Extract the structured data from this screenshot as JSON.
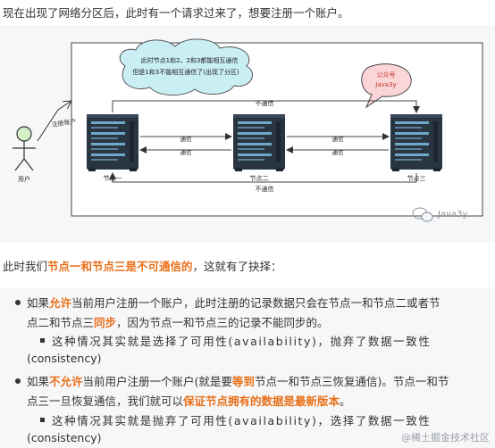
{
  "intro": "现在出现了网络分区后，此时有一个请求过来了，想要注册一个账户。",
  "figure": {
    "cloud_line1": "此时节点1和2、2和3都能相互通信",
    "cloud_line2": "但是1和3不能相互通信了(出现了分区)",
    "bubble_line1": "公众号",
    "bubble_line2": "Java3y",
    "user_label": "用户",
    "request_label": "注册账户",
    "node1": "节点一",
    "node2": "节点二",
    "node3": "节点三",
    "no_comm_top": "不通信",
    "no_comm_bottom": "不通信",
    "comm_12a": "通信",
    "comm_12b": "通信",
    "comm_23a": "通信",
    "comm_23b": "通信",
    "watermark": "Java3y"
  },
  "para": {
    "pre": "此时我们",
    "highlight": "节点一和节点三是不可通信的",
    "post": "，这就有了抉择："
  },
  "list": {
    "b1_a": "如果",
    "b1_hl1": "允许",
    "b1_b": "当前用户注册一个账户，此时注册的记录数据只会在节点一和节点二或者节",
    "b1_c": "点二和节点三",
    "b1_hl2": "同步",
    "b1_d": "，因为节点一和节点三的记录不能同步的。",
    "s1_a": "这种情况其实就是选择了可用性(availability)，抛弃了数据一致性",
    "s1_b": "(consistency)",
    "b2_a": "如果",
    "b2_hl1": "不允许",
    "b2_b": "当前用户注册一个账户(就是要",
    "b2_hl2": "等到",
    "b2_c": "节点一和节点三恢复通信)。节点一和节",
    "b2_d": "点三一旦恢复通信，我们就可以",
    "b2_hl3": "保证节点拥有的数据是最新版本",
    "b2_e": "。",
    "s2_a": "这种情况其实就是抛弃了可用性(availability)，选择了数据一致性",
    "s2_b": "(consistency)"
  },
  "watermark_bottom": "@稀土掘金技术社区",
  "colors": {
    "highlight": "#e8701a",
    "server": "#2a3542",
    "cloud": "#c9eef4",
    "bubble": "#fbd5d8"
  }
}
